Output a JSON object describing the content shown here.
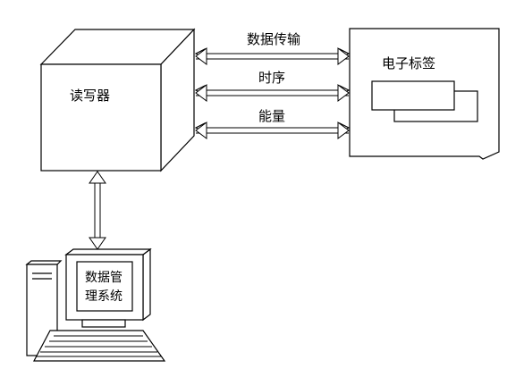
{
  "reader": {
    "label": "读写器"
  },
  "tag": {
    "label": "电子标签"
  },
  "links": [
    {
      "label": "数据传输"
    },
    {
      "label": "时序"
    },
    {
      "label": "能量"
    }
  ],
  "computer": {
    "screen_line1": "数据管",
    "screen_line2": "理系统"
  }
}
